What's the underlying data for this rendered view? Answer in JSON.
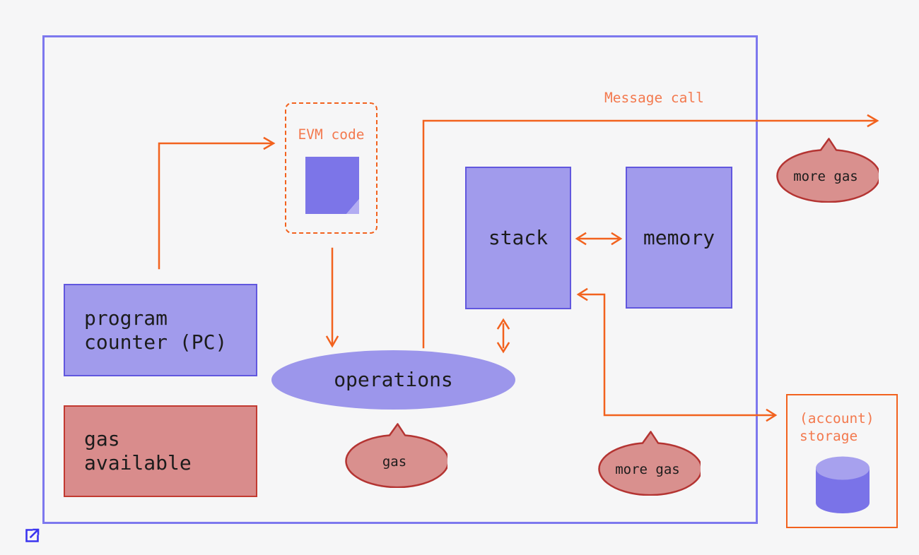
{
  "labels": {
    "message_call": "Message call",
    "evm_code": "EVM code",
    "program_counter": "program\ncounter (PC)",
    "gas_available": "gas\navailable",
    "operations": "operations",
    "stack": "stack",
    "memory": "memory",
    "gas_bubble": "gas",
    "more_gas_top": "more gas",
    "more_gas_bottom": "more gas",
    "account_storage": "(account)\nstorage"
  },
  "colors": {
    "orange_line": "#f2621e",
    "orange_text": "#f3794e",
    "boundary_purple": "#7d78ee",
    "box_purple_fill": "#a19bec",
    "box_purple_border": "#6157de",
    "ellipse_purple": "#9c96eb",
    "icon_purple": "#7c75e8",
    "icon_purple_light": "#b2acf2",
    "bubble_red_fill": "#d9908e",
    "bubble_red_border": "#b43432",
    "gas_box_fill": "#d98c8c",
    "gas_box_border": "#c23a31",
    "link_blue": "#3b35ef",
    "background": "#f6f6f7",
    "text_black": "#1c1c1c"
  },
  "icons": {
    "document": "document-icon",
    "database": "database-icon",
    "external_link": "external-link-icon"
  },
  "connections": [
    {
      "from": "program-counter",
      "to": "evm-code",
      "type": "arrow"
    },
    {
      "from": "evm-code",
      "to": "operations",
      "type": "arrow"
    },
    {
      "from": "operations",
      "to": "outside-boundary",
      "label": "Message call",
      "type": "arrow"
    },
    {
      "from": "stack",
      "to": "memory",
      "type": "double-arrow"
    },
    {
      "from": "operations",
      "to": "stack",
      "type": "double-arrow"
    },
    {
      "from": "stack",
      "to": "account-storage",
      "type": "double-arrow"
    }
  ]
}
